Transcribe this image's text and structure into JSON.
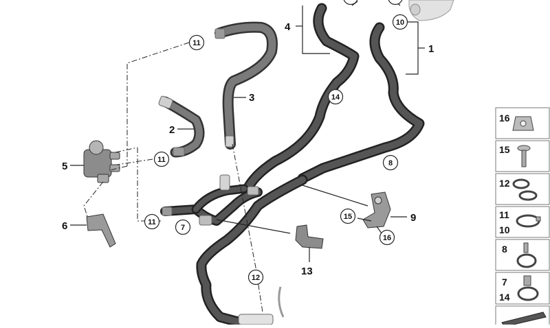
{
  "callouts_plain": [
    {
      "id": "c1",
      "text": "1"
    },
    {
      "id": "c2",
      "text": "2"
    },
    {
      "id": "c3",
      "text": "3"
    },
    {
      "id": "c4",
      "text": "4"
    },
    {
      "id": "c5",
      "text": "5"
    },
    {
      "id": "c6",
      "text": "6"
    },
    {
      "id": "c9",
      "text": "9"
    },
    {
      "id": "c13",
      "text": "13"
    }
  ],
  "callouts_circled": [
    {
      "id": "o11a",
      "text": "11"
    },
    {
      "id": "o11b",
      "text": "11"
    },
    {
      "id": "o11c",
      "text": "11"
    },
    {
      "id": "o10",
      "text": "10"
    },
    {
      "id": "o14",
      "text": "14"
    },
    {
      "id": "o8",
      "text": "8"
    },
    {
      "id": "o7",
      "text": "7"
    },
    {
      "id": "o15",
      "text": "15"
    },
    {
      "id": "o16",
      "text": "16"
    },
    {
      "id": "o12",
      "text": "12"
    }
  ],
  "side_panel": [
    {
      "label_a": "16",
      "label_b": "",
      "icon": "clip-nut-icon"
    },
    {
      "label_a": "15",
      "label_b": "",
      "icon": "bolt-icon"
    },
    {
      "label_a": "12",
      "label_b": "",
      "icon": "hose-clamp-icon"
    },
    {
      "label_a": "11",
      "label_b": "10",
      "icon": "band-clamp-icon"
    },
    {
      "label_a": "8",
      "label_b": "",
      "icon": "clamp-stud-icon"
    },
    {
      "label_a": "7",
      "label_b": "14",
      "icon": "clamp-bracket-icon"
    },
    {
      "label_a": "",
      "label_b": "",
      "icon": "gasket-strip-icon"
    }
  ]
}
